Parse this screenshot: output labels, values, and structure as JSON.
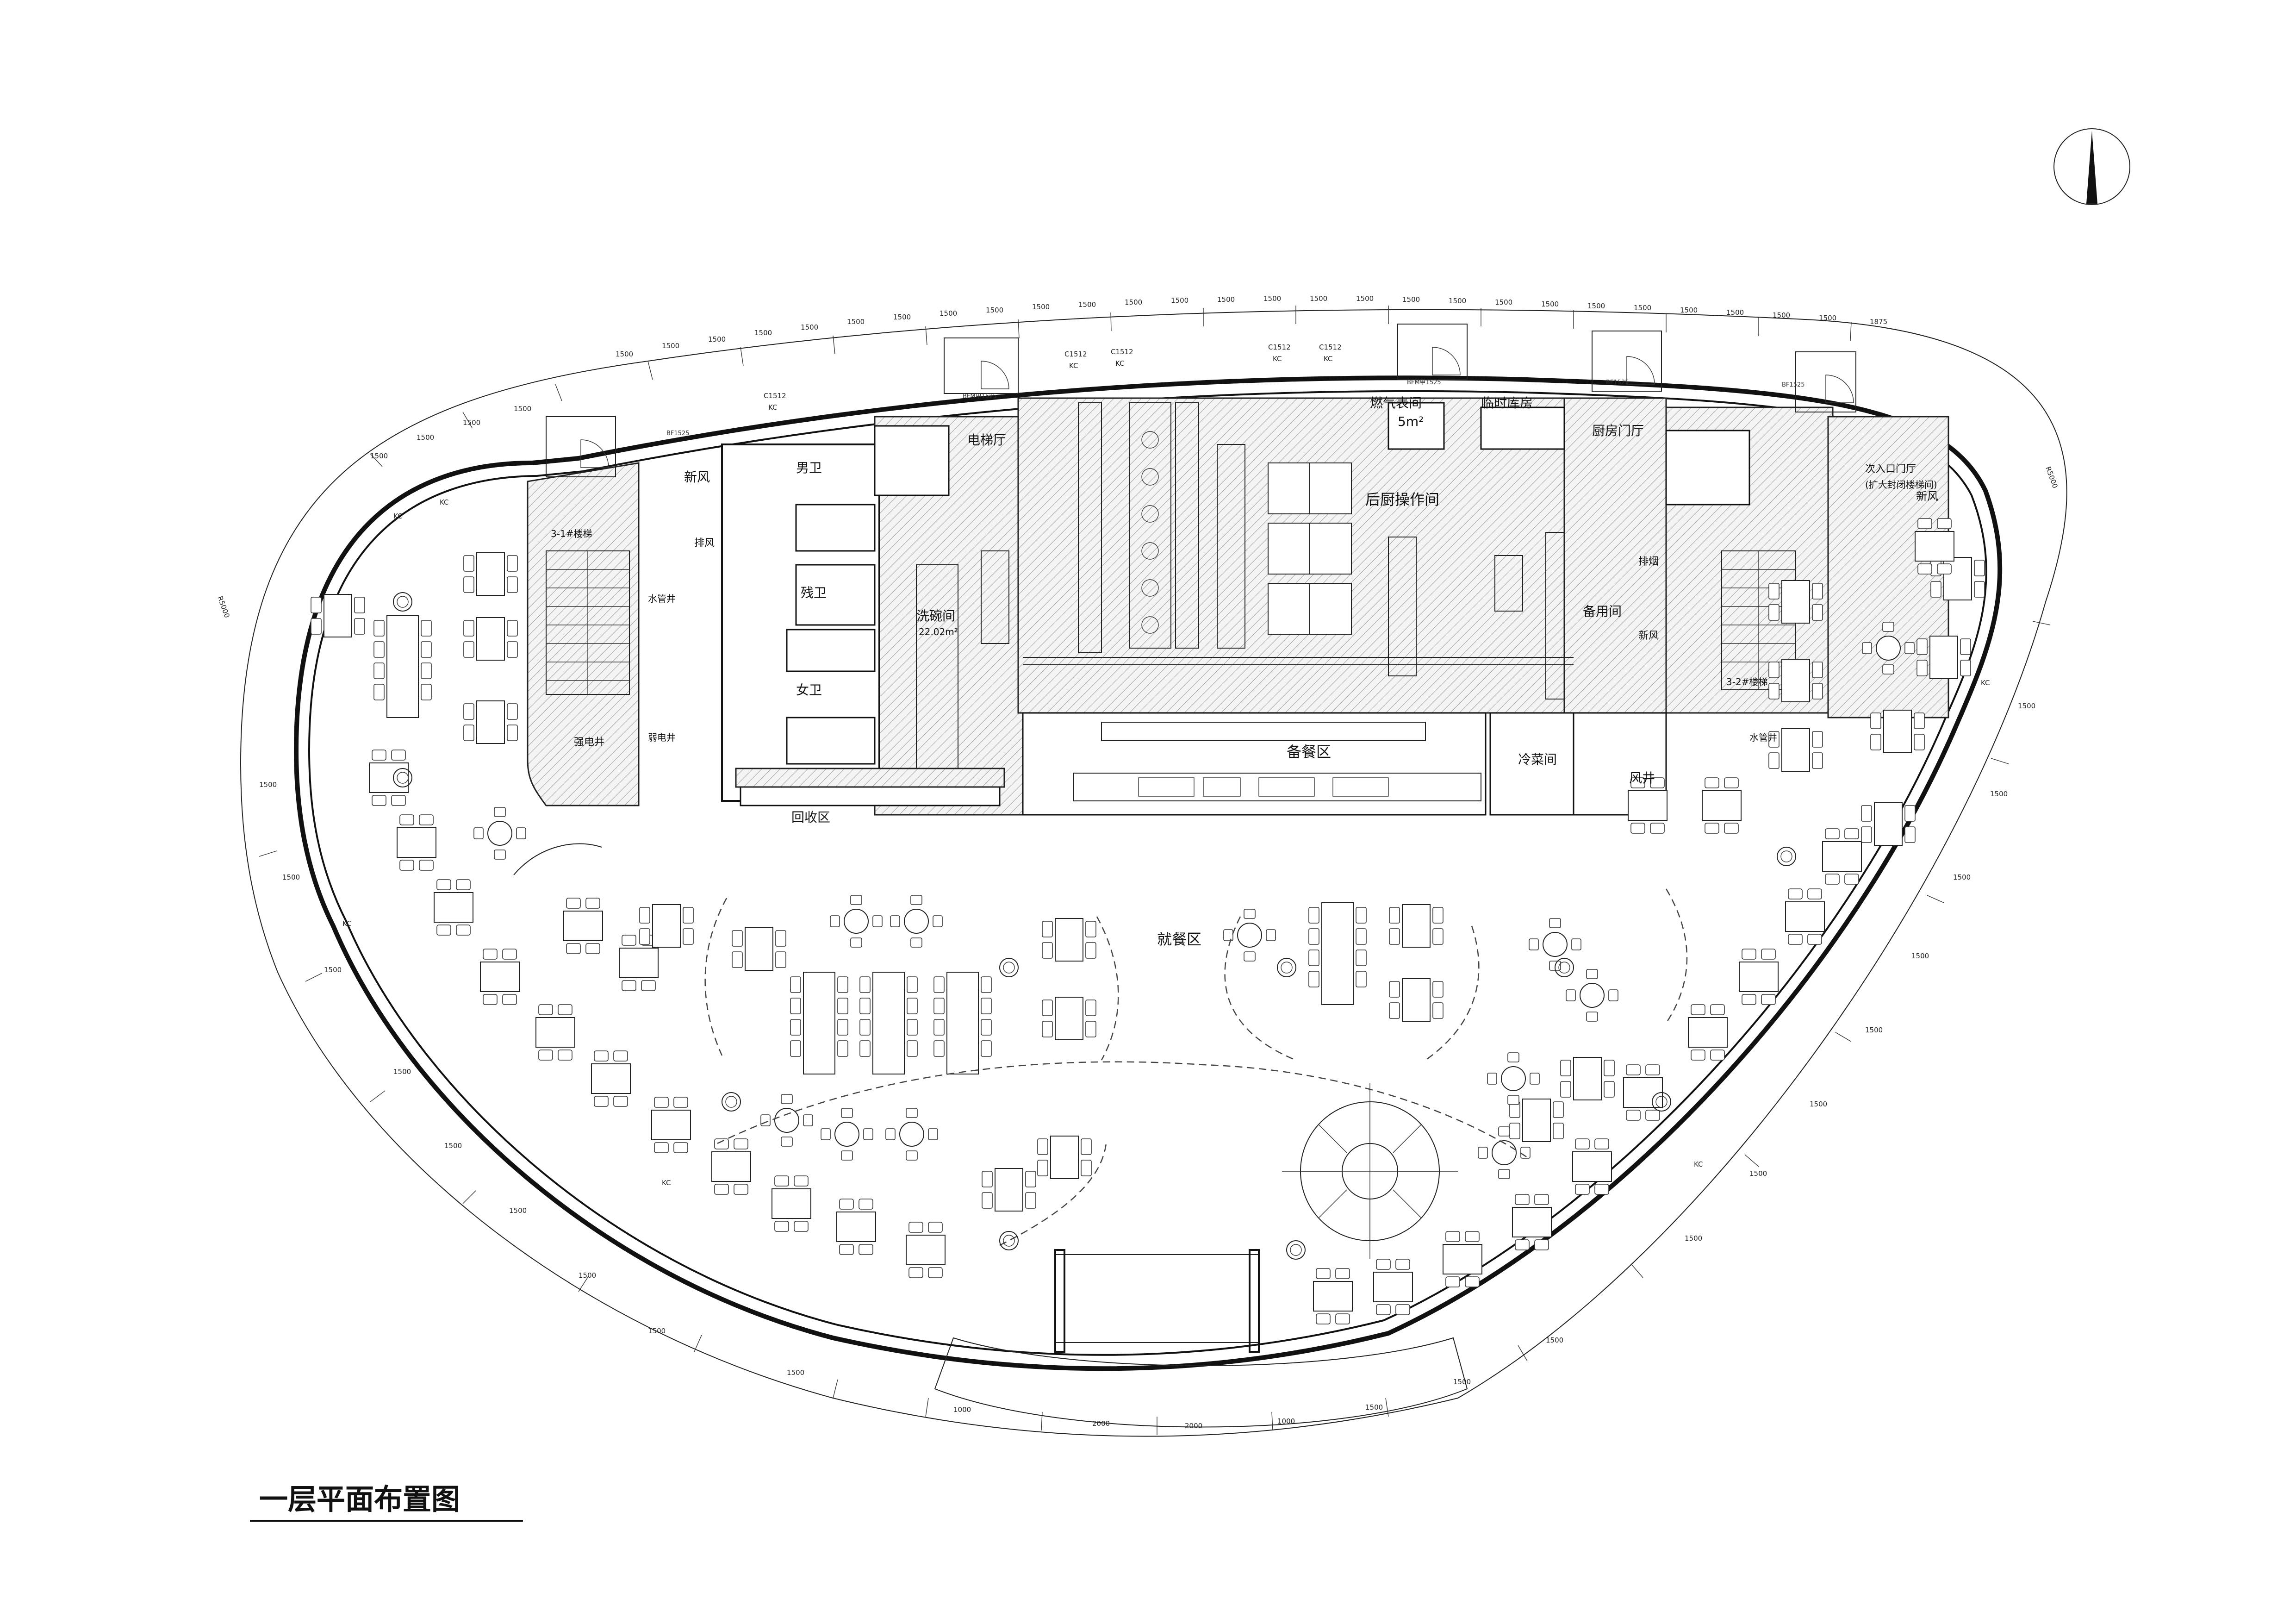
{
  "title": "一层平面布置图",
  "rooms": {
    "fresh_air_left": "新风",
    "male_wc": "男卫",
    "elevator_hall": "电梯厅",
    "gas_meter": "燃气表间",
    "gas_meter_area": "5m²",
    "temp_storage": "临时库房",
    "kitchen_hall": "厨房门厅",
    "stair_hall_right": "次入口门厅",
    "stair_hall_right_note": "(扩大封闭楼梯间)",
    "fresh_air_right": "新风",
    "stair_left": "3-1#楼梯",
    "stair_right": "3-2#楼梯",
    "shaft_left": "排风",
    "water_shaft_left": "水管井",
    "disabled_wc": "残卫",
    "wash_room": "洗碗间",
    "wash_room_area": "22.02m²",
    "back_kitchen": "后厨操作间",
    "spare_room": "备用间",
    "fresh_air_mid": "新风",
    "row_smoke": "排烟",
    "female_wc": "女卫",
    "strong_elec": "强电井",
    "weak_elec": "弱电井",
    "recycle": "回收区",
    "prep_area": "备餐区",
    "cold_room": "冷菜间",
    "air_shaft": "风井",
    "water_shaft_right": "水管井",
    "dining": "就餐区"
  },
  "window_tags": {
    "c1512": "C1512",
    "kc": "KC",
    "bf1525": "BF1525",
    "bfm": "BFM甲1525"
  },
  "dimensions": {
    "top_dims": [
      "1500",
      "1500",
      "1500",
      "1500",
      "1500",
      "1500",
      "1500",
      "1500",
      "1500",
      "1500",
      "1500",
      "1500",
      "1500",
      "1500",
      "1500",
      "1500",
      "1500",
      "1500",
      "1500",
      "1500",
      "1500",
      "1500",
      "1500",
      "1500",
      "1500",
      "1500",
      "1500",
      "1875"
    ],
    "left_dims": [
      "1500",
      "1500",
      "1500",
      "1500"
    ],
    "right_dims": [
      "1500",
      "1500",
      "1500",
      "1500",
      "1500",
      "1500",
      "1500",
      "1500"
    ],
    "bottom_dims": [
      "1500",
      "1500",
      "1500",
      "1500",
      "1500",
      "1500",
      "1000",
      "2000",
      "2000",
      "1000",
      "1500",
      "1500",
      "1500",
      "1500",
      "1500",
      "1500"
    ],
    "radius_left": "R5000",
    "radius_right": "R5000"
  },
  "colors": {
    "line": "#111111",
    "background": "#ffffff"
  }
}
